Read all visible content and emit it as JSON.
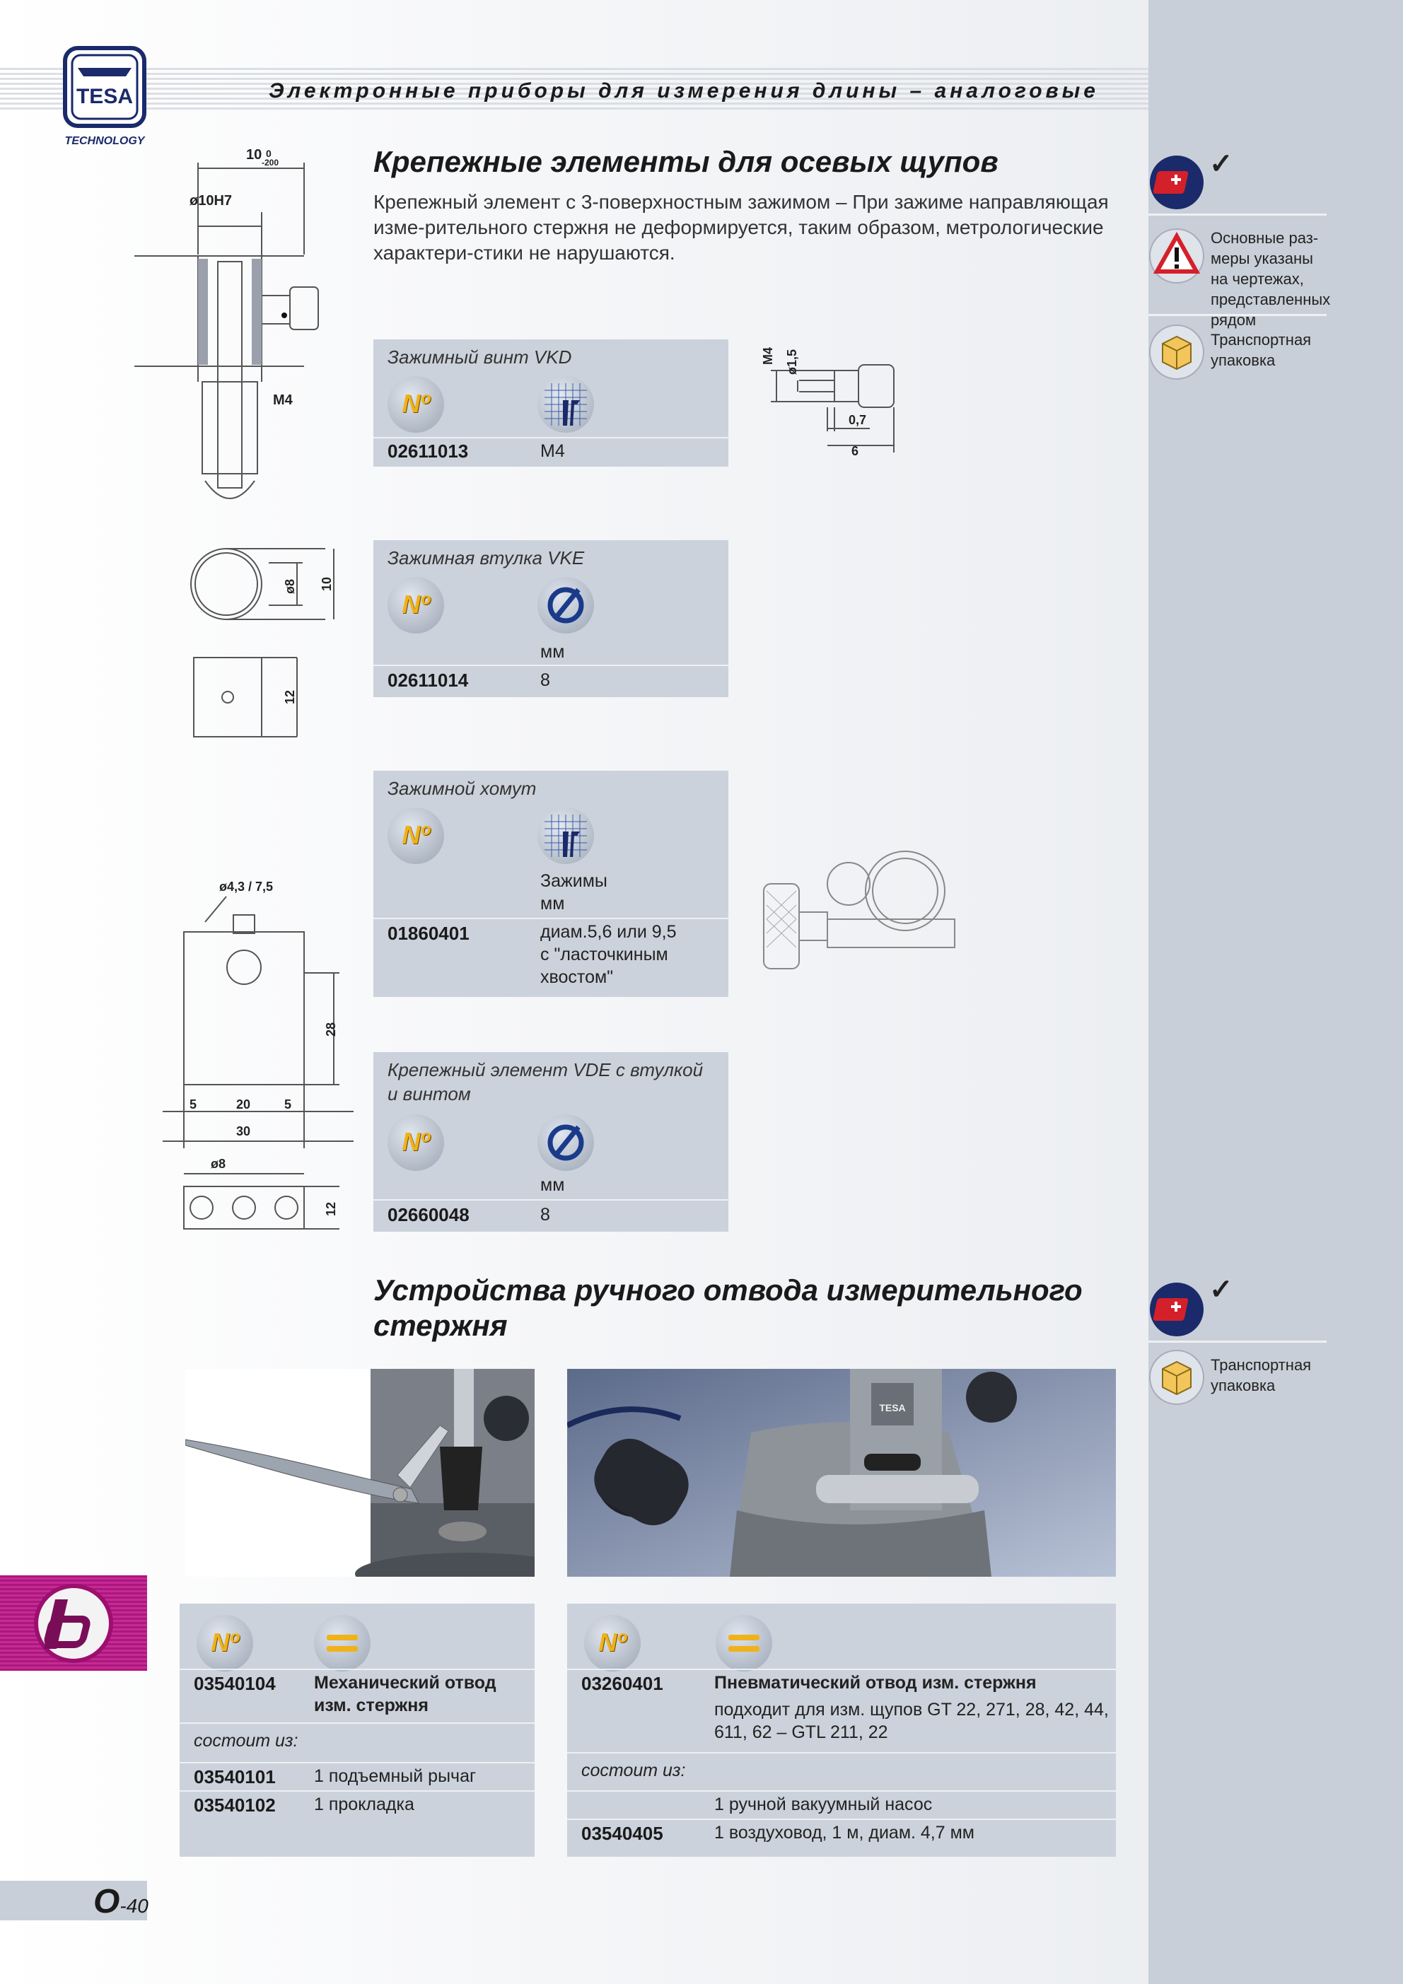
{
  "header": {
    "title": "Электронные приборы для измерения длины – аналоговые",
    "logo_text": "TESA",
    "logo_sub": "TECHNOLOGY"
  },
  "section1": {
    "title": "Крепежные элементы для осевых щупов",
    "intro": "Крепежный элемент с 3-поверхностным зажимом – При зажиме направляющая изме-рительного стержня не деформируется, таким образом, метрологические характери-стики не нарушаются."
  },
  "boxes": [
    {
      "title": "Зажимный винт VKD",
      "code": "02611013",
      "value": "M4",
      "unit": ""
    },
    {
      "title": "Зажимная втулка VKE",
      "code": "02611014",
      "value": "8",
      "unit": "мм"
    },
    {
      "title": "Зажимной хомут",
      "code": "01860401",
      "unit": "Зажимы\nмм",
      "value": "диам.5,6 или 9,5\nс \"ласточкиным\nхвостом\""
    },
    {
      "title": "Крепежный элемент VDE с втулкой\nи винтом",
      "code": "02660048",
      "value": "8",
      "unit": "мм"
    }
  ],
  "no_label": "Nº",
  "drawings": {
    "d1": {
      "top": "10",
      "tol": "0\n-200",
      "bore": "ø10H7",
      "thread": "M4"
    },
    "d2": {
      "dia": "ø8",
      "h": "10",
      "len": "12"
    },
    "d3": {
      "bore": "ø4,3 / 7,5",
      "h": "28",
      "w1": "5",
      "w2": "20",
      "w3": "5",
      "total": "30",
      "hole": "ø8",
      "h2": "12"
    },
    "screw": {
      "m": "M4",
      "d": "ø1,5",
      "a": "0,7",
      "b": "6"
    }
  },
  "sidebar1": {
    "check": "✓",
    "warning": "Основные раз-\nмеры указаны\nна чертежах,\nпредставленных рядом",
    "pack": "Транспортная\nупаковка"
  },
  "section2": {
    "title": "Устройства ручного отвода измерительного\nстержня"
  },
  "sidebar2": {
    "check": "✓",
    "pack": "Транспортная\nупаковка"
  },
  "tables2": {
    "left": {
      "main_code": "03540104",
      "main_desc": "Механический отвод\nизм. стержня",
      "consists": "состоит из:",
      "rows": [
        {
          "code": "03540101",
          "desc": "1 подъемный рычаг"
        },
        {
          "code": "03540102",
          "desc": "1 прокладка"
        }
      ]
    },
    "right": {
      "main_code": "03260401",
      "main_desc": "Пневматический отвод изм. стержня",
      "sub_desc": "подходит для изм. щупов GT 22, 271, 28, 42, 44,\n611, 62 – GTL 211, 22",
      "consists": "состоит из:",
      "rows": [
        {
          "code": "",
          "desc": "1 ручной вакуумный насос"
        },
        {
          "code": "03540405",
          "desc": "1 воздуховод, 1 м, диам. 4,7 мм"
        }
      ]
    }
  },
  "photo2_label": "TESA",
  "page": {
    "letter": "O",
    "num": "-40"
  }
}
